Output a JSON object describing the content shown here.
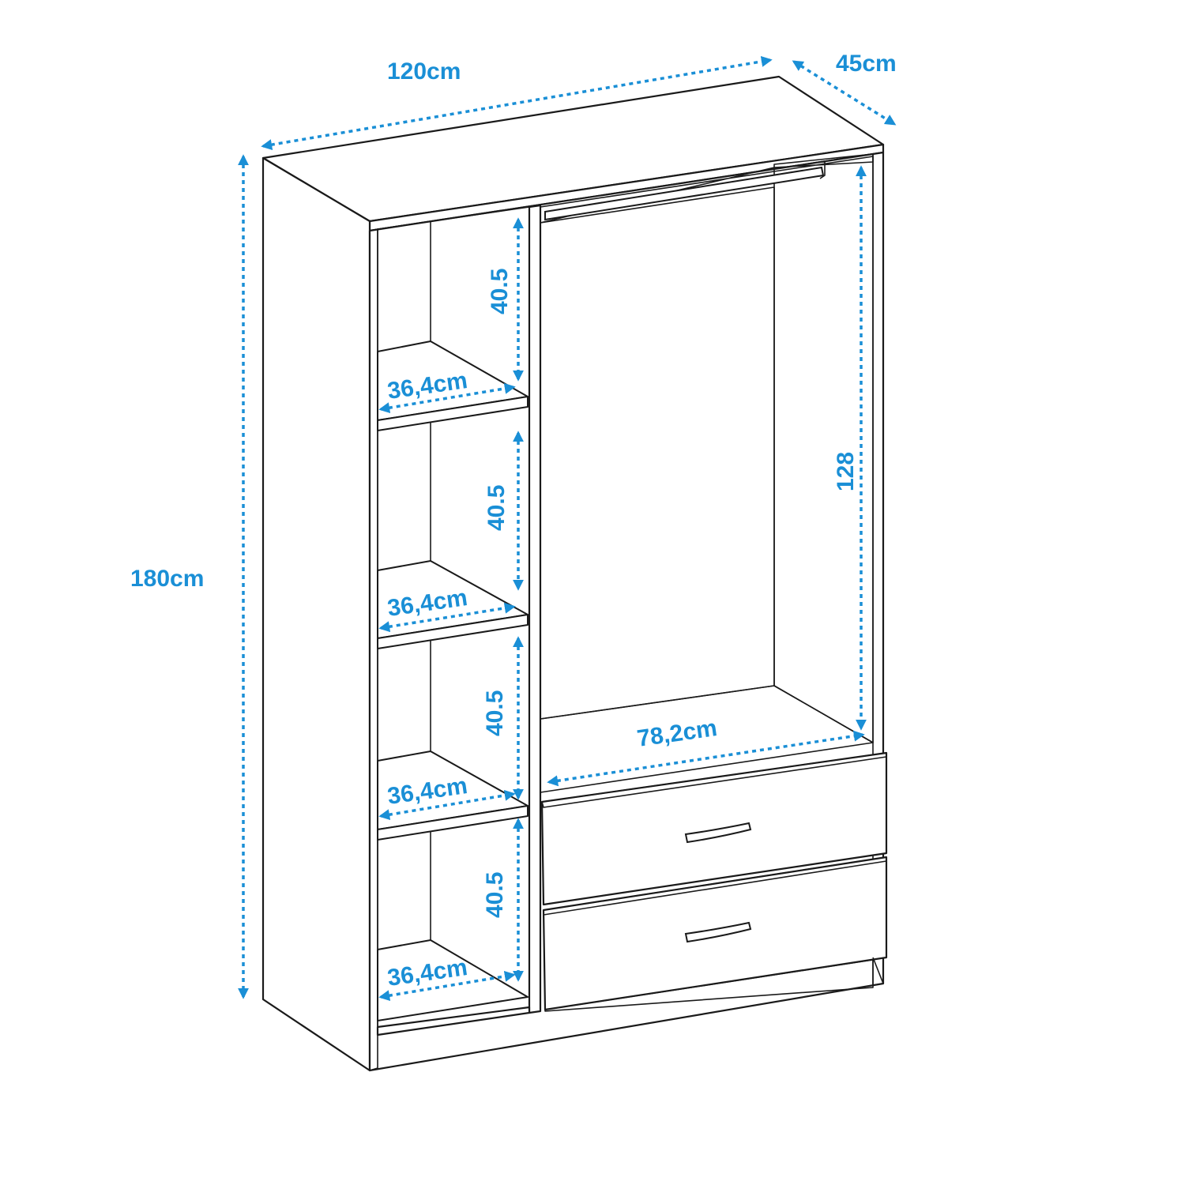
{
  "diagram": {
    "colors": {
      "dimension": "#1a8fd6",
      "outline": "#1a1a1a",
      "fill": "#ffffff"
    },
    "dimensions": {
      "total_width": "120cm",
      "depth": "45cm",
      "total_height": "180cm",
      "hanging_height": "128",
      "hanging_width": "78,2cm",
      "shelf_heights": [
        "40.5",
        "40.5",
        "40.5",
        "40.5"
      ],
      "shelf_widths": [
        "36,4cm",
        "36,4cm",
        "36,4cm",
        "36,4cm"
      ]
    }
  }
}
